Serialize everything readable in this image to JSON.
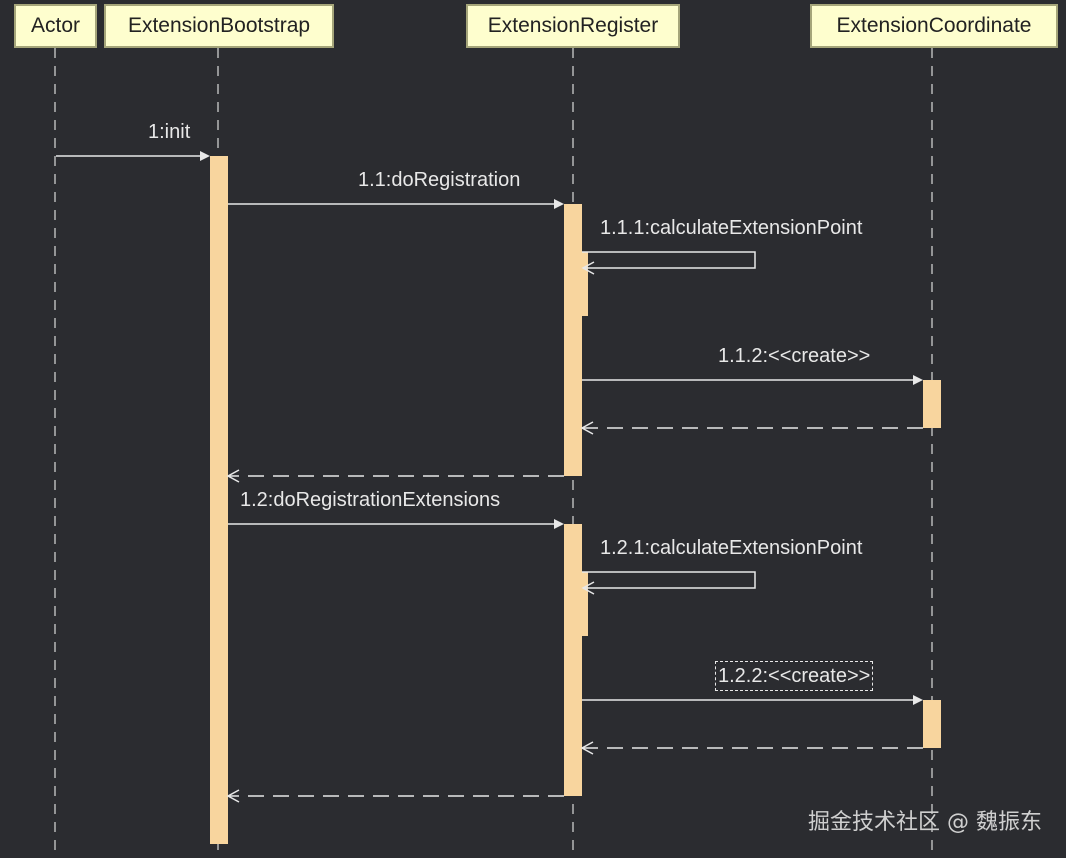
{
  "participants": [
    {
      "id": "actor",
      "label": "Actor"
    },
    {
      "id": "bootstrap",
      "label": "ExtensionBootstrap"
    },
    {
      "id": "register",
      "label": "ExtensionRegister"
    },
    {
      "id": "coordinate",
      "label": "ExtensionCoordinate"
    }
  ],
  "messages": [
    {
      "id": "m1",
      "label": "1:init",
      "from": "actor",
      "to": "bootstrap",
      "kind": "call"
    },
    {
      "id": "m11",
      "label": "1.1:doRegistration",
      "from": "bootstrap",
      "to": "register",
      "kind": "call"
    },
    {
      "id": "m111",
      "label": "1.1.1:calculateExtensionPoint",
      "from": "register",
      "to": "register",
      "kind": "self"
    },
    {
      "id": "m112",
      "label": "1.1.2:<<create>>",
      "from": "register",
      "to": "coordinate",
      "kind": "call"
    },
    {
      "id": "r112",
      "label": "",
      "from": "coordinate",
      "to": "register",
      "kind": "return"
    },
    {
      "id": "r11",
      "label": "",
      "from": "register",
      "to": "bootstrap",
      "kind": "return"
    },
    {
      "id": "m12",
      "label": "1.2:doRegistrationExtensions",
      "from": "bootstrap",
      "to": "register",
      "kind": "call"
    },
    {
      "id": "m121",
      "label": "1.2.1:calculateExtensionPoint",
      "from": "register",
      "to": "register",
      "kind": "self"
    },
    {
      "id": "m122",
      "label": "1.2.2:<<create>>",
      "from": "register",
      "to": "coordinate",
      "kind": "call",
      "selected": true
    },
    {
      "id": "r122",
      "label": "",
      "from": "coordinate",
      "to": "register",
      "kind": "return"
    },
    {
      "id": "r12",
      "label": "",
      "from": "register",
      "to": "bootstrap",
      "kind": "return"
    }
  ],
  "watermark": "掘金技术社区 @ 魏振东",
  "colors": {
    "background": "#2b2c30",
    "participant_fill": "#fefece",
    "participant_border": "#a5a57a",
    "activation_fill": "#f8d59e",
    "line": "#e8e8e8",
    "lifeline": "#b8b8b8"
  }
}
